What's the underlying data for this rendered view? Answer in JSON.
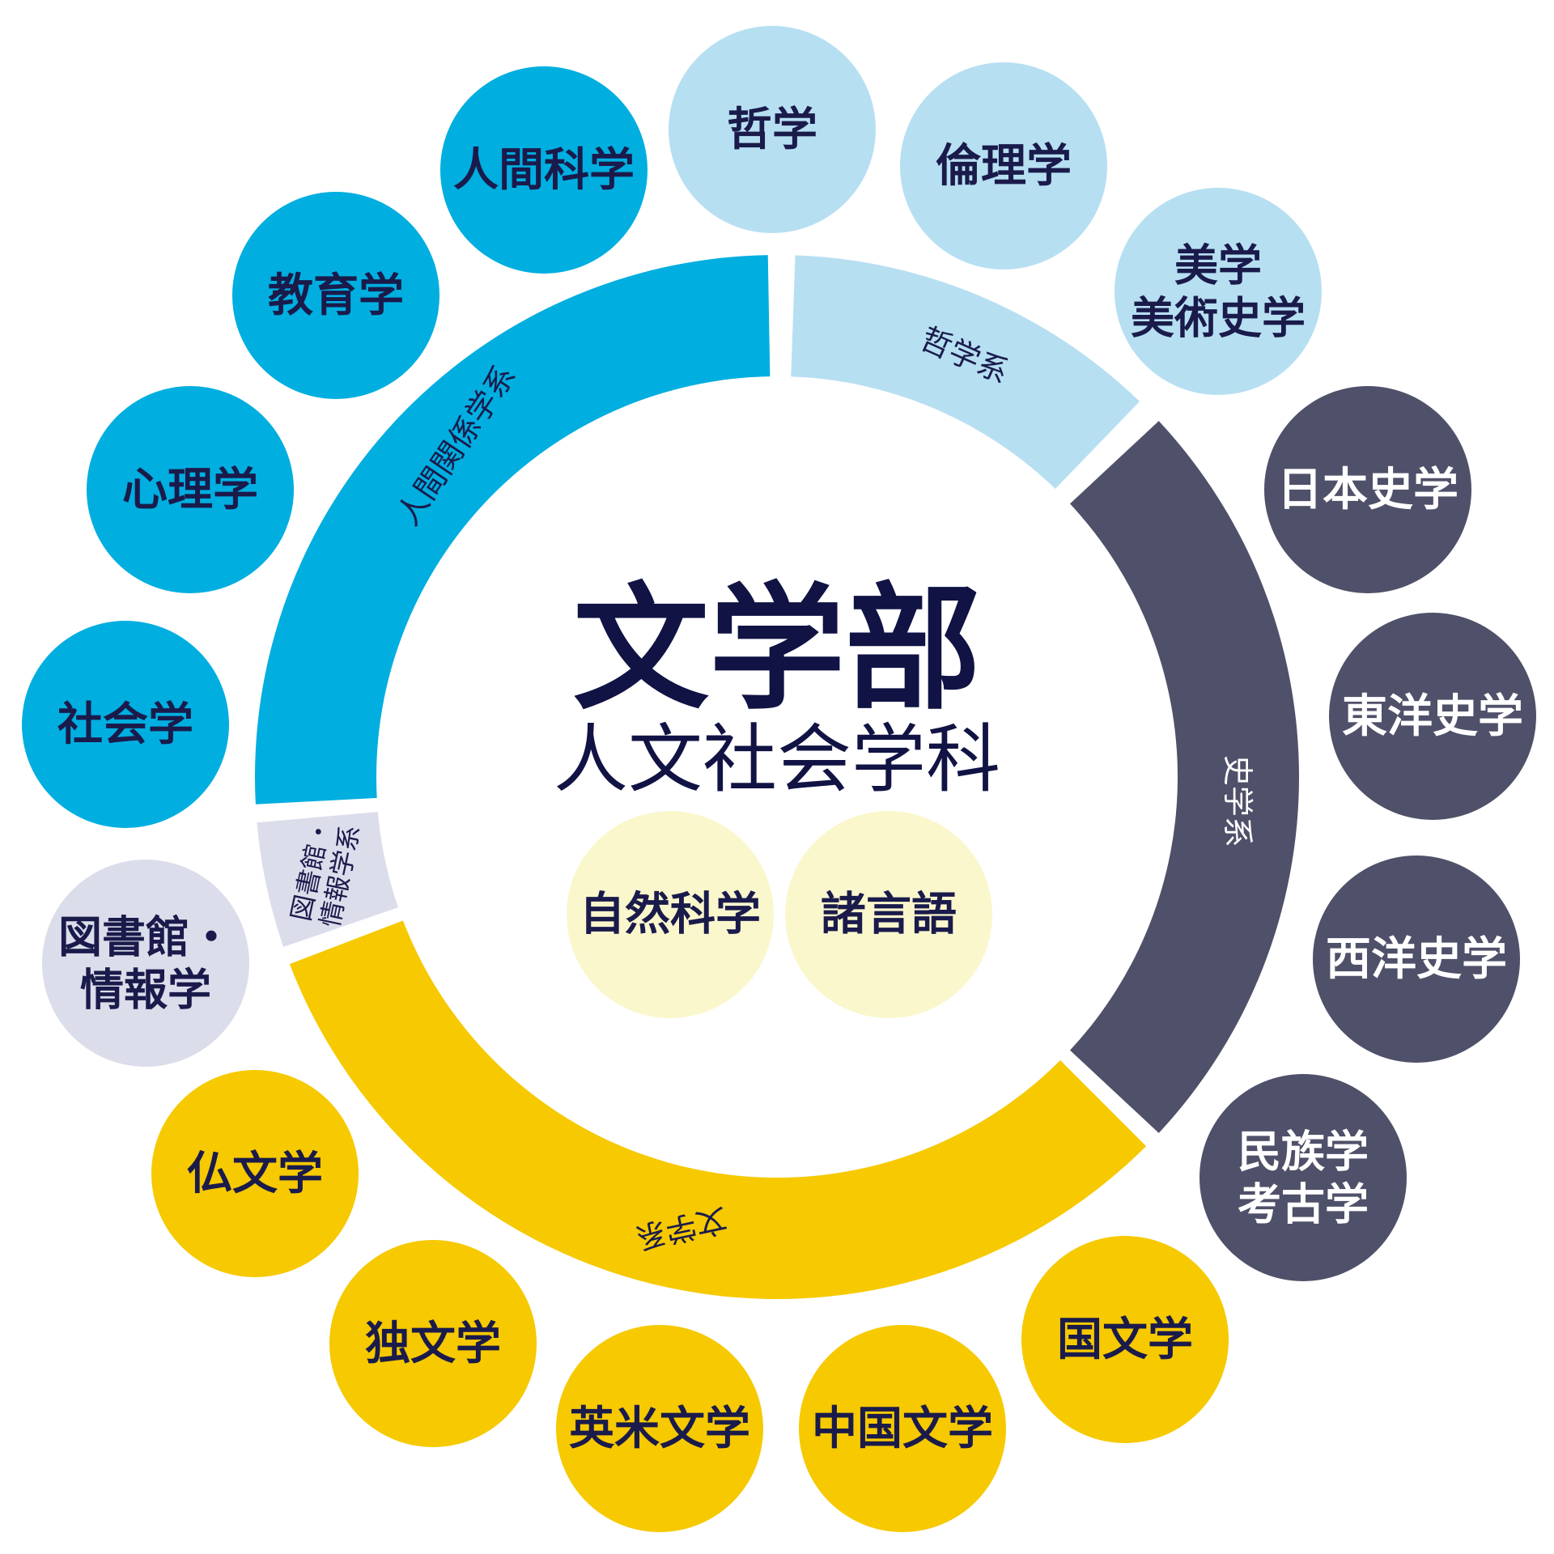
{
  "center": {
    "title": "文学部",
    "subtitle": "人文社会学科",
    "title_color": "#111344"
  },
  "colors": {
    "ningen": "#00aee0",
    "tetsugaku": "#b7dff2",
    "shigaku": "#4f5069",
    "bungaku": "#f6c900",
    "toshokan": "#dcddeb",
    "common": "#faf7cd",
    "text_dark": "#1a1b4b",
    "text_light": "#ffffff"
  },
  "segments": [
    {
      "id": "ningen",
      "label": "人間関係学系"
    },
    {
      "id": "tetsugaku",
      "label": "哲学系"
    },
    {
      "id": "shigaku",
      "label": "史学系"
    },
    {
      "id": "bungaku",
      "label": "文学系"
    },
    {
      "id": "toshokan",
      "label_lines": [
        "図書館・",
        "情報学系"
      ]
    }
  ],
  "bubbles": [
    {
      "id": "tetsugaku",
      "group": "tetsugaku",
      "lines": [
        "哲学"
      ]
    },
    {
      "id": "rinrigaku",
      "group": "tetsugaku",
      "lines": [
        "倫理学"
      ]
    },
    {
      "id": "bigaku",
      "group": "tetsugaku",
      "lines": [
        "美学",
        "美術史学"
      ]
    },
    {
      "id": "nihonshi",
      "group": "shigaku",
      "lines": [
        "日本史学"
      ]
    },
    {
      "id": "toyoshi",
      "group": "shigaku",
      "lines": [
        "東洋史学"
      ]
    },
    {
      "id": "seiyoshi",
      "group": "shigaku",
      "lines": [
        "西洋史学"
      ]
    },
    {
      "id": "minzoku",
      "group": "shigaku",
      "lines": [
        "民族学",
        "考古学"
      ]
    },
    {
      "id": "kokubun",
      "group": "bungaku",
      "lines": [
        "国文学"
      ]
    },
    {
      "id": "chugoku",
      "group": "bungaku",
      "lines": [
        "中国文学"
      ]
    },
    {
      "id": "eibei",
      "group": "bungaku",
      "lines": [
        "英米文学"
      ]
    },
    {
      "id": "dokubun",
      "group": "bungaku",
      "lines": [
        "独文学"
      ]
    },
    {
      "id": "futsubun",
      "group": "bungaku",
      "lines": [
        "仏文学"
      ]
    },
    {
      "id": "toshokan",
      "group": "toshokan",
      "lines": [
        "図書館・",
        "情報学"
      ]
    },
    {
      "id": "shakai",
      "group": "ningen",
      "lines": [
        "社会学"
      ]
    },
    {
      "id": "shinri",
      "group": "ningen",
      "lines": [
        "心理学"
      ]
    },
    {
      "id": "kyoiku",
      "group": "ningen",
      "lines": [
        "教育学"
      ]
    },
    {
      "id": "ningenkagaku",
      "group": "ningen",
      "lines": [
        "人間科学"
      ]
    }
  ],
  "common_bubbles": [
    {
      "id": "shizen",
      "label": "自然科学"
    },
    {
      "id": "shogengo",
      "label": "諸言語"
    }
  ]
}
